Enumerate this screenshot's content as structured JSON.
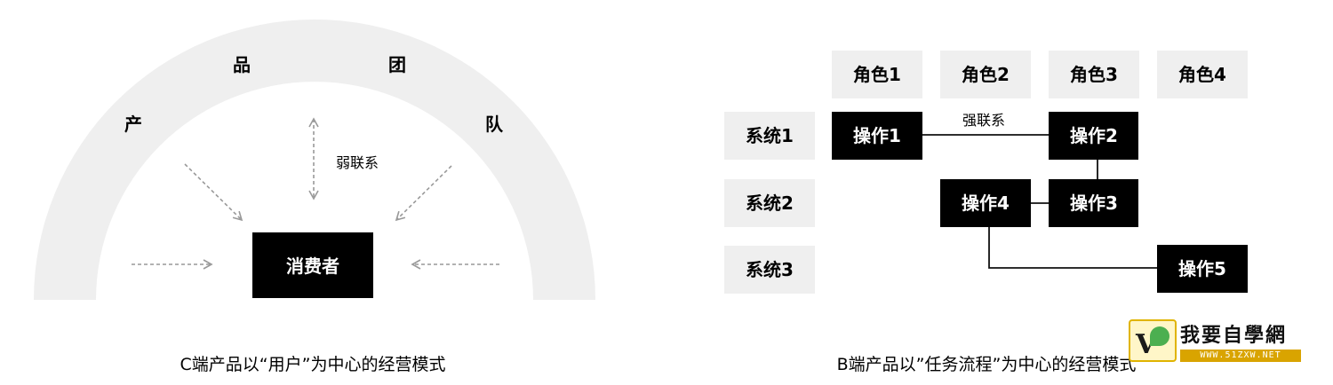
{
  "left": {
    "team_chars": [
      "产",
      "品",
      "团",
      "队"
    ],
    "center": "消费者",
    "weak_link_label": "弱联系",
    "caption": "C端产品以“用户”为中心的经营模式"
  },
  "right": {
    "roles": [
      "角色1",
      "角色2",
      "角色3",
      "角色4"
    ],
    "systems": [
      "系统1",
      "系统2",
      "系统3"
    ],
    "ops": [
      "操作1",
      "操作2",
      "操作3",
      "操作4",
      "操作5"
    ],
    "strong_link_label": "强联系",
    "caption": "B端产品以”任务流程”为中心的经营模式"
  },
  "watermark": {
    "title": "我要自學網",
    "url": "WWW.51ZXW.NET"
  },
  "colors": {
    "arc": "#efefef",
    "box_dark": "#000000",
    "box_light": "#efefef",
    "arrow": "#999999"
  },
  "icons": {
    "watermark_logo": "v-leaf-logo-icon"
  }
}
